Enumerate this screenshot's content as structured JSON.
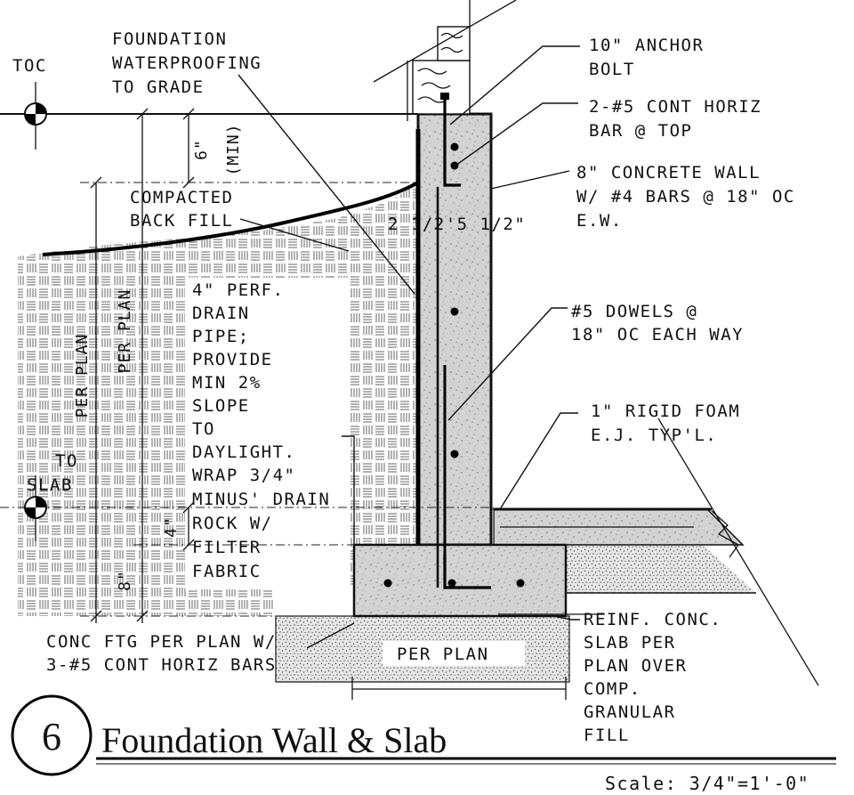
{
  "detail": {
    "number": "6",
    "title": "Foundation Wall & Slab",
    "scale": "Scale: 3/4\"=1'-0\""
  },
  "levels": {
    "toc": "TOC",
    "to_slab_1": "TO",
    "to_slab_2": "SLAB"
  },
  "dimensions": {
    "six_inch": "6\"",
    "min": "(MIN)",
    "per_plan_outer": "PER PLAN",
    "per_plan_inner": "PER PLAN",
    "four_inch": "4\"",
    "eight_inch": "8\"",
    "wall_dims": "2 1/2'5 1/2\"",
    "footing_width": "PER PLAN"
  },
  "notes": {
    "waterproofing": [
      "FOUNDATION",
      "WATERPROOFING",
      "TO GRADE"
    ],
    "backfill": [
      "COMPACTED",
      "BACK FILL"
    ],
    "drain": [
      "4\" PERF.",
      "DRAIN",
      "PIPE;",
      "PROVIDE",
      "MIN 2%",
      "SLOPE",
      "TO",
      "DAYLIGHT.",
      "WRAP 3/4\"",
      "MINUS' DRAIN",
      "ROCK W/",
      "FILTER",
      "FABRIC"
    ],
    "footing": [
      "CONC FTG PER PLAN W/",
      "3-#5 CONT  HORIZ BARS"
    ],
    "anchor_bolt": [
      "10\" ANCHOR",
      "BOLT"
    ],
    "horiz_bar": [
      "2-#5 CONT HORIZ",
      "BAR @ TOP"
    ],
    "wall": [
      "8\" CONCRETE WALL",
      "W/ #4  BARS @ 18\" OC",
      "E.W."
    ],
    "dowels": [
      "#5 DOWELS @",
      "18\" OC EACH WAY"
    ],
    "foam": [
      "1\" RIGID FOAM",
      "E.J. TYP'L."
    ],
    "slab": [
      "REINF. CONC.",
      "SLAB PER",
      "PLAN OVER",
      "COMP.",
      "GRANULAR",
      "FILL"
    ]
  }
}
